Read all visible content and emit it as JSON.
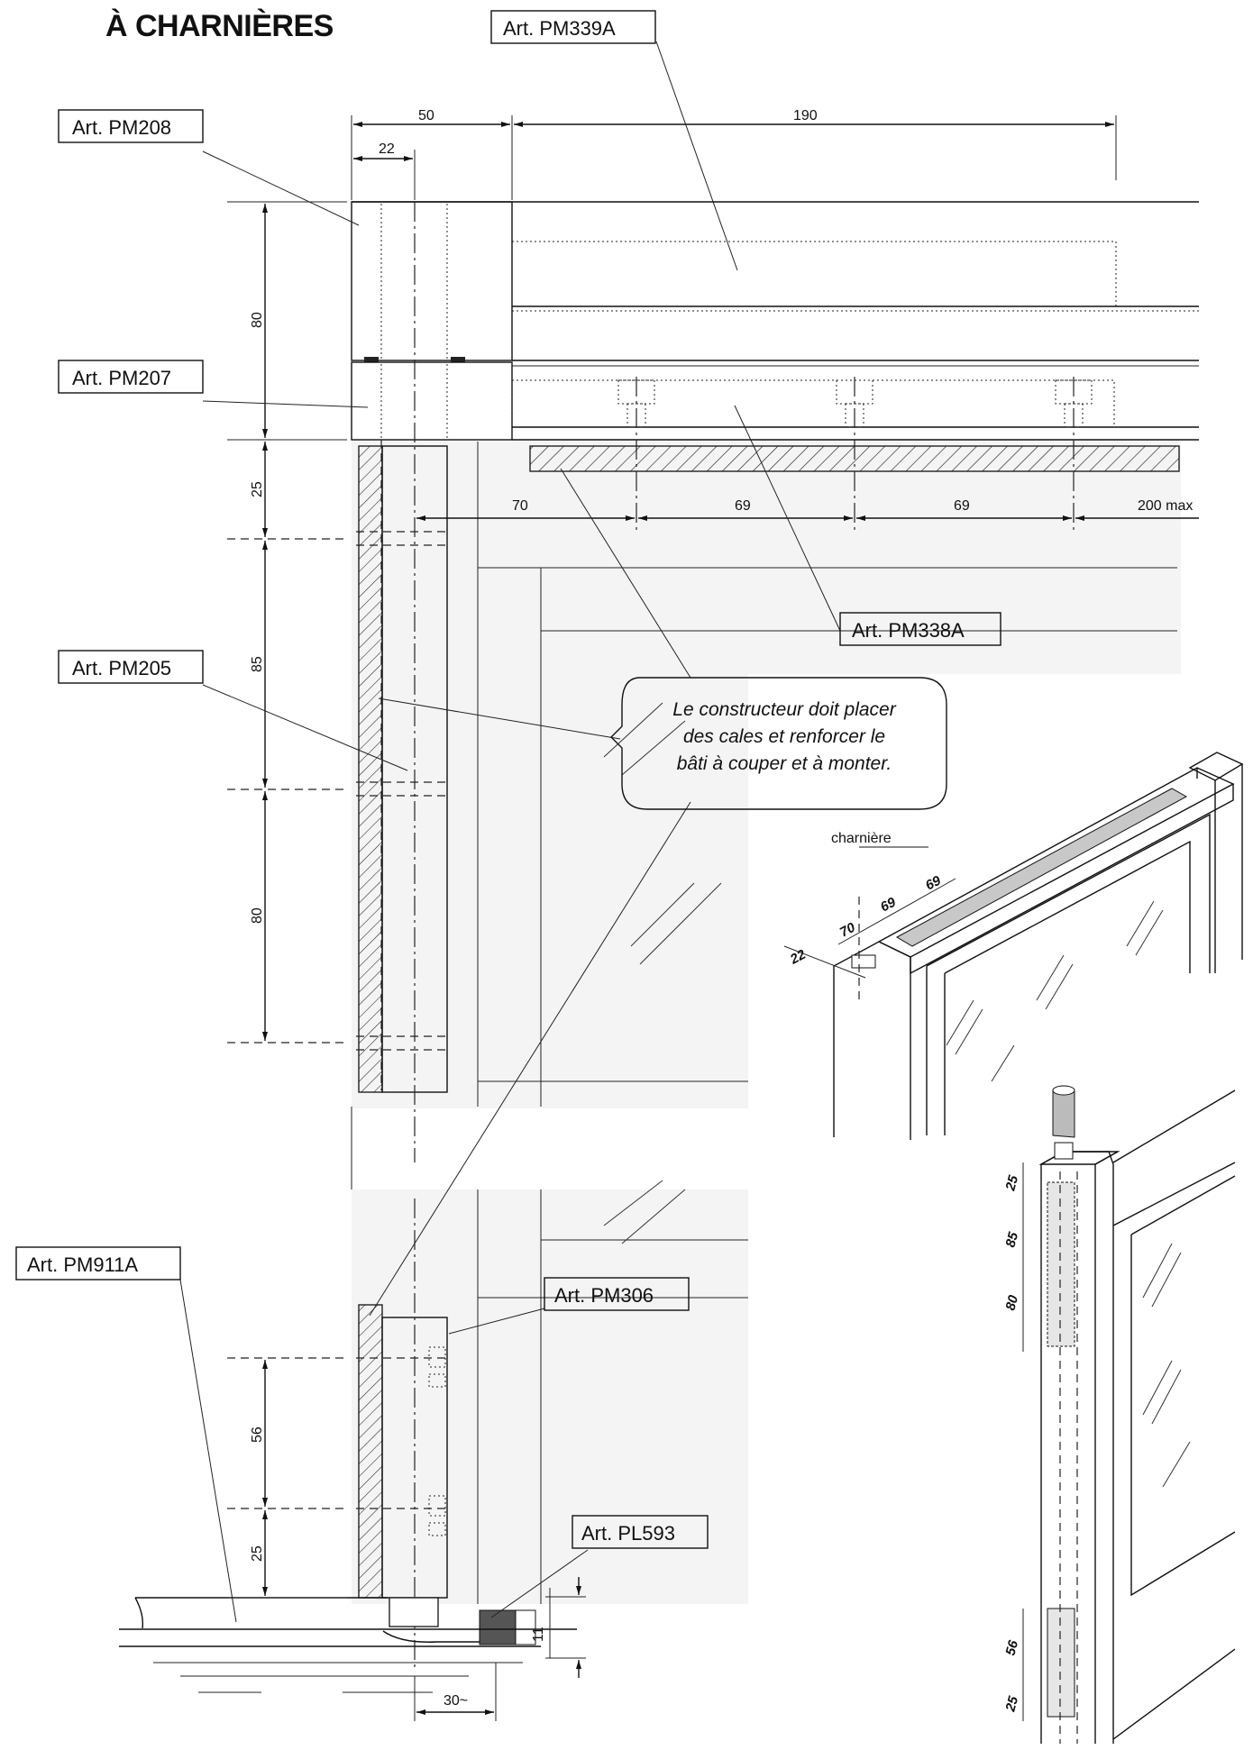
{
  "title": "À CHARNIÈRES",
  "labels": {
    "pm339a": "Art. PM339A",
    "pm208": "Art. PM208",
    "pm207": "Art. PM207",
    "pm205": "Art. PM205",
    "pm338a": "Art. PM338A",
    "pm306": "Art. PM306",
    "pm911a": "Art. PM911A",
    "pl593": "Art. PL593"
  },
  "note": {
    "line1": "Le constructeur doit placer",
    "line2": "des cales et renforcer le",
    "line3": "bâti à couper et à monter."
  },
  "dims": {
    "w50": "50",
    "w190": "190",
    "w22": "22",
    "h80_top": "80",
    "h25_top": "25",
    "h85": "85",
    "h80_mid": "80",
    "d70": "70",
    "d69a": "69",
    "d69b": "69",
    "d200": "200 max",
    "h56": "56",
    "h25_bot": "25",
    "h11": "11",
    "w30": "30~"
  },
  "iso_top": {
    "charniere": "charnière",
    "d22": "22",
    "d70": "70",
    "d69a": "69",
    "d69b": "69"
  },
  "iso_bottom": {
    "d25a": "25",
    "d85": "85",
    "d80": "80",
    "d56": "56",
    "d25b": "25"
  }
}
